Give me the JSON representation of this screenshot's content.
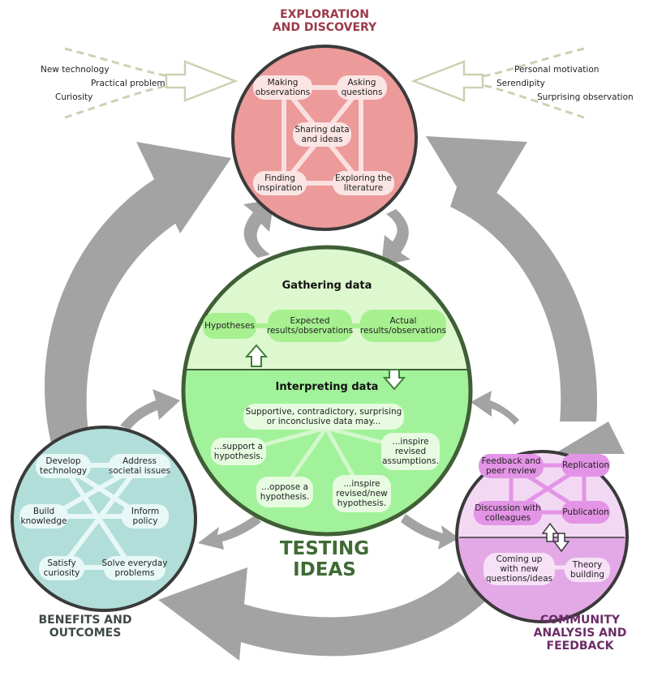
{
  "colors": {
    "exploration_title": "#9b3a4a",
    "exploration_fill": "#ec9a9a",
    "exploration_node": "#fbe4e4",
    "exploration_edge": "#fbe0e0",
    "testing_title": "#3e6b34",
    "testing_top_fill": "#ddf8cf",
    "testing_bottom_fill": "#a1f29a",
    "testing_node": "#a6f090",
    "testing_node2": "#e6fbe0",
    "testing_edge": "#b0eda4",
    "testing_outline": "#3f5f36",
    "benefits_title": "#3f4a44",
    "benefits_fill": "#b1ded8",
    "benefits_node": "#e8f8f7",
    "community_title": "#6b2d66",
    "community_top_fill": "#f3d8f3",
    "community_bottom_fill": "#e3a9e6",
    "community_node": "#e394e6",
    "community_node2": "#f6e1f6",
    "arrow_gray": "#a3a3a3",
    "input_arrow": "#cfcfb3"
  },
  "exploration": {
    "title_line1": "EXPLORATION",
    "title_line2": "AND DISCOVERY",
    "nodes": {
      "making_observations": "Making\nobservations",
      "asking_questions": "Asking\nquestions",
      "sharing_data": "Sharing data\nand ideas",
      "finding_inspiration": "Finding\ninspiration",
      "exploring_literature": "Exploring the\nliterature"
    },
    "inputs_left": [
      "New technology",
      "Practical problem",
      "Curiosity"
    ],
    "inputs_right": [
      "Personal motivation",
      "Serendipity",
      "Surprising observation"
    ]
  },
  "testing": {
    "title_line1": "TESTING",
    "title_line2": "IDEAS",
    "gathering_heading": "Gathering data",
    "interpreting_heading": "Interpreting data",
    "gathering_nodes": {
      "hypotheses": "Hypotheses",
      "expected": "Expected\nresults/observations",
      "actual": "Actual\nresults/observations"
    },
    "interpreting_nodes": {
      "data_may": "Supportive, contradictory, surprising\nor inconclusive data may...",
      "support": "...support a\nhypothesis.",
      "oppose": "...oppose a\nhypothesis.",
      "inspire_new": "...inspire\nrevised/new\nhypothesis.",
      "inspire_assumptions": "...inspire\nrevised\nassumptions."
    }
  },
  "benefits": {
    "title_line1": "BENEFITS AND",
    "title_line2": "OUTCOMES",
    "nodes": {
      "develop_technology": "Develop\ntechnology",
      "address_issues": "Address\nsocietal issues",
      "build_knowledge": "Build\nknowledge",
      "inform_policy": "Inform\npolicy",
      "satisfy_curiosity": "Satisfy\ncuriosity",
      "solve_problems": "Solve everyday\nproblems"
    }
  },
  "community": {
    "title_line1": "COMMUNITY",
    "title_line2": "ANALYSIS AND",
    "title_line3": "FEEDBACK",
    "nodes": {
      "feedback": "Feedback and\npeer review",
      "replication": "Replication",
      "discussion": "Discussion with\ncolleagues",
      "publication": "Publication",
      "coming_up": "Coming up\nwith new\nquestions/ideas",
      "theory": "Theory\nbuilding"
    }
  }
}
